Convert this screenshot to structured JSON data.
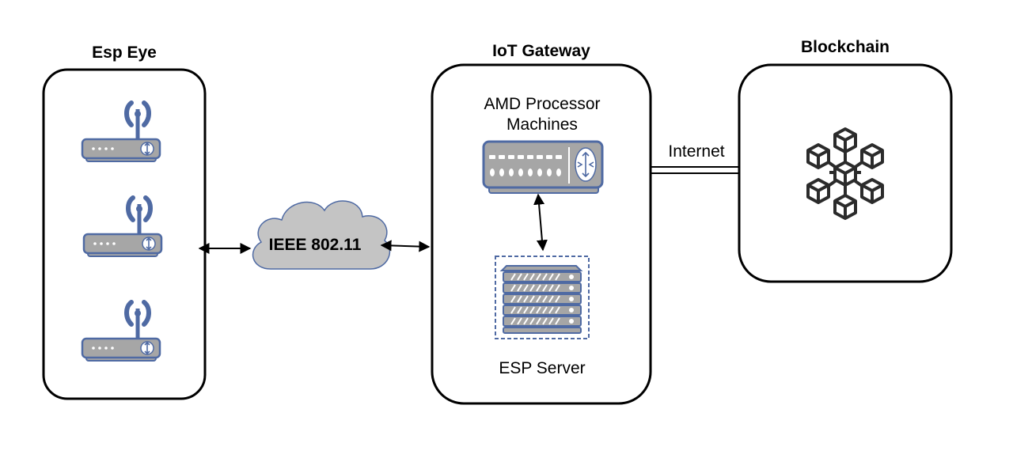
{
  "groups": {
    "esp_eye": {
      "title": "Esp Eye",
      "device_icon": "wifi-router-icon"
    },
    "iot_gateway": {
      "title": "IoT Gateway",
      "processor_label_line1": "AMD Processor",
      "processor_label_line2": "Machines",
      "processor_icon": "network-switch-icon",
      "server_label": "ESP Server",
      "server_icon": "server-rack-icon"
    },
    "blockchain": {
      "title": "Blockchain",
      "icon": "blockchain-cubes-icon"
    }
  },
  "connections": {
    "wireless_cloud_label": "IEEE 802.11",
    "internet_label": "Internet"
  },
  "colors": {
    "device_fill": "#a6a6a6",
    "device_stroke": "#4f6aa3",
    "cloud_fill": "#c4c4c4",
    "box_stroke": "#000000",
    "cube_stroke": "#2b2b2b"
  }
}
